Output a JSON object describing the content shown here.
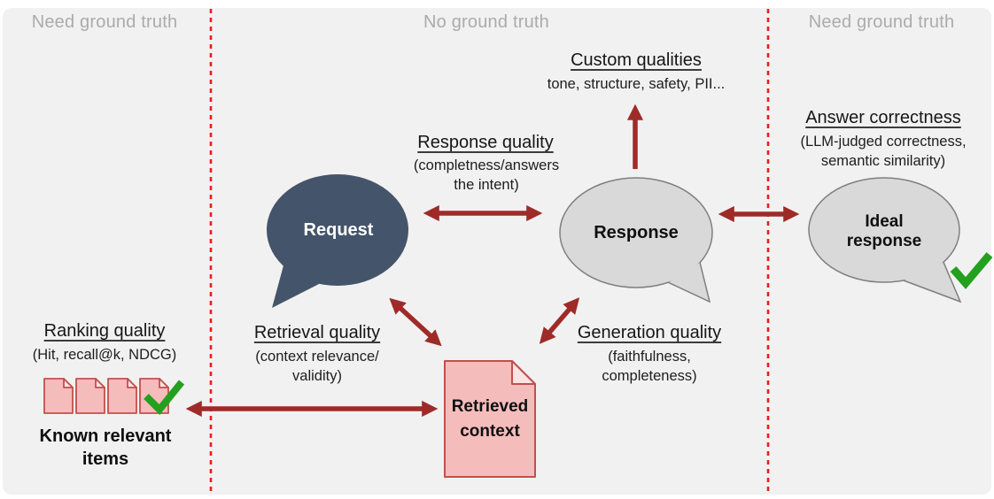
{
  "sections": [
    {
      "label": "Need ground truth"
    },
    {
      "label": "No ground truth"
    },
    {
      "label": "Need ground truth"
    }
  ],
  "nodes": {
    "request": {
      "label": "Request"
    },
    "response": {
      "label": "Response"
    },
    "ideal_response": {
      "label": "Ideal response"
    },
    "retrieved_context": {
      "label": "Retrieved context"
    },
    "known_relevant_items": {
      "label": "Known relevant items"
    }
  },
  "annotations": {
    "custom_qualities": {
      "title": "Custom qualities",
      "lines": [
        "tone, structure, safety, PII..."
      ]
    },
    "response_quality": {
      "title": "Response quality",
      "lines": [
        "(completness/answers",
        "the intent)"
      ]
    },
    "answer_correctness": {
      "title": "Answer correctness",
      "lines": [
        "(LLM-judged correctness,",
        "semantic similarity)"
      ]
    },
    "ranking_quality": {
      "title": "Ranking quality",
      "lines": [
        "(Hit, recall@k, NDCG)"
      ]
    },
    "retrieval_quality": {
      "title": "Retrieval quality",
      "lines": [
        "(context relevance/",
        "validity)"
      ]
    },
    "generation_quality": {
      "title": "Generation quality",
      "lines": [
        "(faithfulness,",
        "completeness)"
      ]
    }
  },
  "icons": {
    "ideal_response_mark": "check-icon",
    "known_items_mark": "check-icon",
    "retrieved_context_shape": "document-icon",
    "known_items_shapes": "document-icon",
    "request_shape": "speech-bubble",
    "response_shape": "speech-bubble",
    "ideal_response_shape": "speech-bubble"
  },
  "colors": {
    "background": "#f2f1f1",
    "section_label": "#ababab",
    "divider_red": "#ee1c1c",
    "arrow_dark_red": "#9e2b28",
    "request_bubble": "#44546a",
    "gray_bubble_fill": "#d9d9d9",
    "gray_bubble_border": "#7f7f7f",
    "document_fill": "#f5bcbc",
    "document_flap_fill": "#fbe3e3",
    "document_border": "#c0504d",
    "check_green": "#23a01e",
    "text": "#1d1d1d"
  }
}
